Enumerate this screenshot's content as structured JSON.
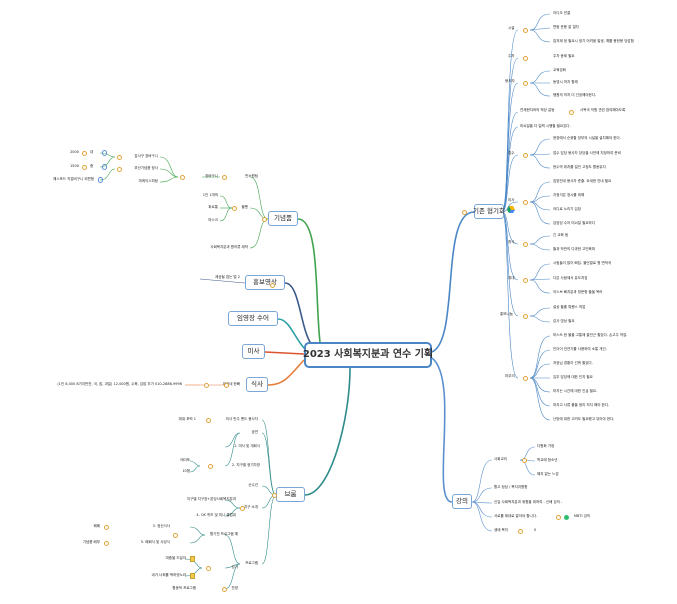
{
  "central": "2023 사회복지분과 연수 기획",
  "colors": {
    "central_border": "#4a86c6",
    "timeline": "#4a86c6",
    "lecture": "#5b8fd0",
    "briefing": "#2f8a8a",
    "sports": "#2a9fa6",
    "gift": "#e67c3a",
    "meal": "#d9552f",
    "video": "#3c5a8a",
    "report": "#3fa34d"
  },
  "main_topics": {
    "timeline": "기존 협기회",
    "lecture": "강의",
    "gifts": "기념품",
    "video": "홍보영상",
    "sports": "임영장 수어",
    "report": "미사",
    "meal": "식사",
    "briefing": "브룸"
  },
  "timeline": {
    "g1": "시설",
    "g1_items": [
      "어디오 연결",
      "편람 운용 잘 절차",
      "집저제 정 필요시 정기 어려움 발생, 예를 봉헌용 당감함"
    ],
    "g2": "주차",
    "g2_items": [
      "주차 동제 필요"
    ],
    "g3": "봉사자",
    "g3_items": [
      "교육강화",
      "동영시 까지 함께",
      "탱원의 까지 더 선공해야한다."
    ],
    "g4": "연재현지와의 적당 갈등",
    "g4_item": "사목국 직원 관련 참여해야도록",
    "g5": "미씨일을 더 일찍 시행할 필요있다.",
    "g6": "접수",
    "g6_items": [
      "현장에서 순위할 장부의 시설을 설치해야 한다.",
      "접수 담당 봉사자 당당을 사전에 지정하여 준비",
      "현수막 위치를 일인 고정도 활동유지"
    ],
    "g7": "미사",
    "g7_items": [
      "집양전내 봉사자 준출. 요새한 안내 필요",
      "자정석은 정시를 위해",
      "어디로 노리기 입장",
      "입양성 수어 미씨일 필요하다"
    ],
    "g8": "휴식",
    "g8_items": [
      "긴 교육 됨",
      "뜰과 작만의 다과한 고민육퍼"
    ],
    "g9": "휴대",
    "g9_items": [
      "시림들이 많이 뻐딥. 물던얼로 원 변적곡",
      "다은 사람께서 유도처짐",
      "어스브 뻐지분과 방문형 뜰을 목러"
    ],
    "g10": "홍보나눔",
    "g10_items": [
      "설상 뜰흘 뤄했스 띄업",
      "감사 영상 필요"
    ],
    "g11": "마무리",
    "g11_items": [
      "마스쓰 한 물을 고통에 출전근 할었다. 손고주 작업.",
      "인이어 인연기를 사용하여 소통 개선.",
      "저장님 경황이 선쿼 할었다.",
      "입무 담당에 대한 인지 필요",
      "마지는 시간에 대한 인급 필요.",
      "마지고 사류 흘울 정리 저지 해야 한다.",
      "난방에 대한 고려도 필요했고 뒤어야 한다."
    ]
  },
  "lecture": {
    "g1": "사회교리",
    "g1_items": [
      "다원화 가정",
      "학교에 청소년",
      "해지 없는 느낌"
    ],
    "g2": "활고 정남 / 복지지원항",
    "g3": "신입 사회복지분과 위원을 위하여 - 신배 강의 -",
    "g4": "서로를 제대로 알아야 합니다.",
    "g4_item": "MBTI 강의",
    "g5": "생태 복지",
    "g5_item": "0"
  },
  "gifts": {
    "g1": "반소원팀",
    "g1_sub": "장바구니",
    "g1_sub_items": [
      "감사구 장바구니",
      "부산기념품 정사",
      "마케이스피팅"
    ],
    "g1_details": [
      "2000",
      "대",
      "1500",
      "중",
      "해스포드 직접비구니 외편형"
    ],
    "g2": "볼펜",
    "g2_items": [
      "1인 1개씩",
      "파르통",
      "마스크"
    ],
    "g3": "사회복지분과 원의류 제작"
  },
  "video": {
    "item": "제공될 접는 법 2"
  },
  "meal": {
    "sub": "미가네 한뼈",
    "item": "(1인 8,000 8가지반찬, 국, 밥, 과일) 12,000원, 수육, 김밥 추가 010-2886-9996"
  },
  "briefing": {
    "g1": "미사 반주 밴드 봉사자",
    "g1_item": "파워 포럭 1",
    "g2": "공연",
    "g2_items": [
      "1. 미사 및 개회식",
      "2. 지구별 정기차망"
    ],
    "g2_details": [
      "태이포",
      "10형"
    ],
    "g3": "순수건",
    "g4": "지구 소개",
    "g4_items": [
      "지구별 지구장+본당사회복지분과",
      "4. OX 퀴즈 및 미니 클럽워"
    ],
    "g5": "프로그램",
    "g5_sub": "활기찬 프로그램 예",
    "g5_sub_items": [
      "3. 정신식사",
      "5. 폐회식 및 사성식"
    ],
    "g5_details": [
      "폐폐",
      "기념품 배부"
    ],
    "g6": "성가",
    "g6_items": [
      "마중을 드일이",
      "네가 너희를 떡하였노라"
    ],
    "g7": "찬양",
    "g7_item": "활동적 프로그램"
  }
}
